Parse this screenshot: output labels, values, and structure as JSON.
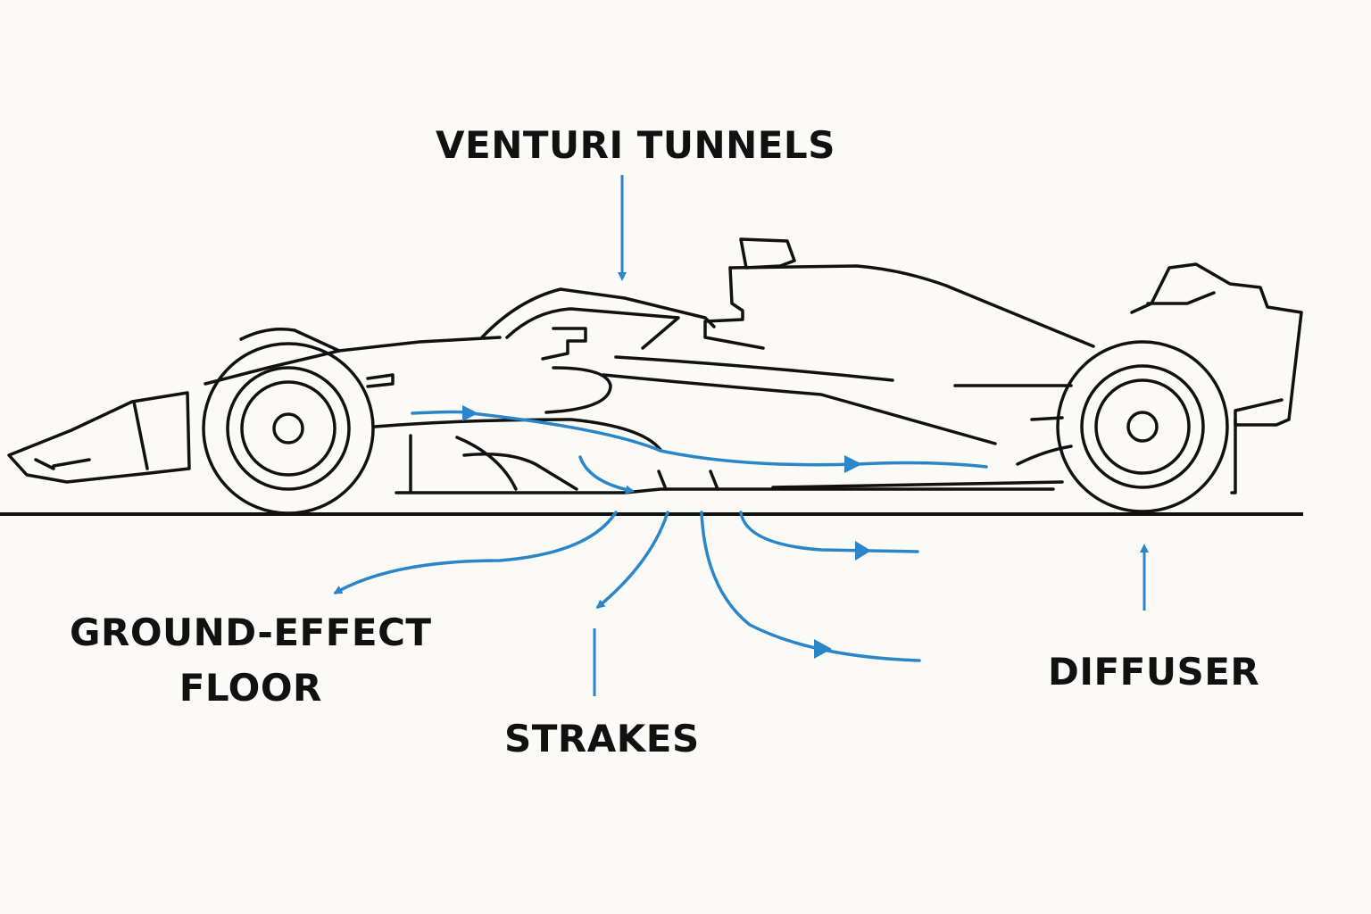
{
  "labels": {
    "venturi_tunnels": "VENTURI TUNNELS",
    "ground_effect_line1": "GROUND-EFFECT",
    "ground_effect_line2": "FLOOR",
    "strakes": "STRAKES",
    "diffuser": "DIFFUSER"
  },
  "colors": {
    "outline": "#111111",
    "airflow": "#2a86c8",
    "background": "#fbfaf7"
  }
}
